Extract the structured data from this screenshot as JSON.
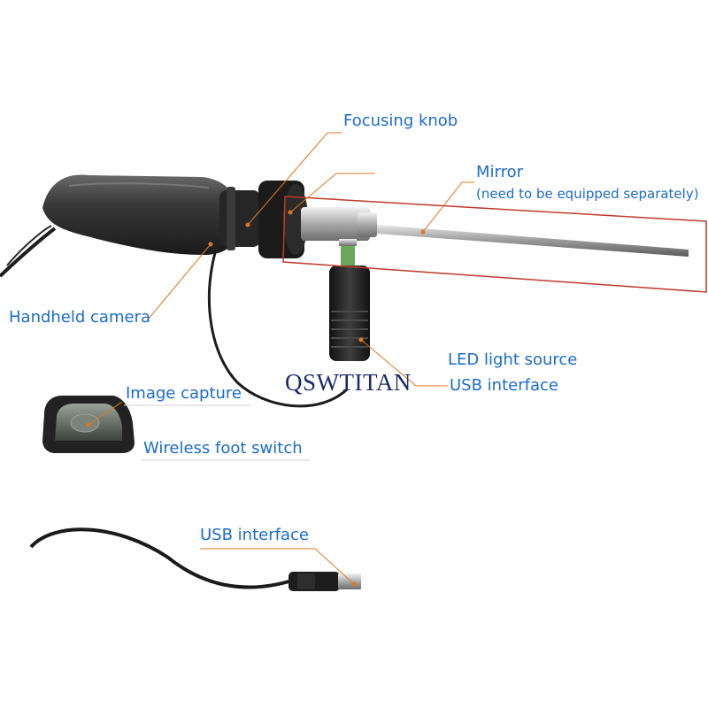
{
  "colors": {
    "label_text": "#1a6bd0",
    "leader_line": "#e0771e",
    "highlight_box": "#c0392b",
    "watermark": "#1b2a6b"
  },
  "labels": {
    "focusing_knob": "Focusing knob",
    "mirror": "Mirror",
    "mirror_note": "(need to be equipped separately)",
    "handheld_camera": "Handheld camera",
    "led_light_source": "LED light source",
    "usb_interface_top": "USB interface",
    "image_capture": "Image capture",
    "wireless_foot_switch": "Wireless foot switch",
    "usb_interface_bottom": "USB interface"
  },
  "watermark": "QSWTITAN"
}
